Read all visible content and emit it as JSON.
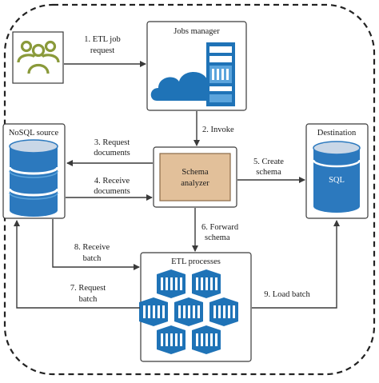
{
  "nodes": {
    "jobs_manager": {
      "title": "Jobs manager"
    },
    "nosql_source": {
      "title": "NoSQL source"
    },
    "schema_analyzer": {
      "line1": "Schema",
      "line2": "analyzer"
    },
    "destination": {
      "title": "Destination",
      "db_label": "SQL"
    },
    "etl_processes": {
      "title": "ETL processes"
    }
  },
  "edges": {
    "etl_job_request": {
      "line1": "1. ETL job",
      "line2": "request"
    },
    "invoke": {
      "line1": "2. Invoke"
    },
    "request_documents": {
      "line1": "3. Request",
      "line2": "documents"
    },
    "receive_documents": {
      "line1": "4. Receive",
      "line2": "documents"
    },
    "create_schema": {
      "line1": "5. Create",
      "line2": "schema"
    },
    "forward_schema": {
      "line1": "6. Forward",
      "line2": "schema"
    },
    "request_batch": {
      "line1": "7. Request",
      "line2": "batch"
    },
    "receive_batch": {
      "line1": "8. Receive",
      "line2": "batch"
    },
    "load_batch": {
      "line1": "9. Load batch"
    }
  },
  "colors": {
    "schema_fill": "#e2c09a",
    "schema_stroke": "#8a6a48",
    "azure_blue": "#1f73b7",
    "azure_light": "#5ba4dc",
    "users_green": "#8a9a3a"
  },
  "icons": {
    "users": "users-icon",
    "cloud_server": "cloud-server-icon",
    "database_stack": "database-stack-icon",
    "sql_cylinder": "sql-cylinder-icon",
    "etl_cubes": "etl-cubes-icon"
  }
}
